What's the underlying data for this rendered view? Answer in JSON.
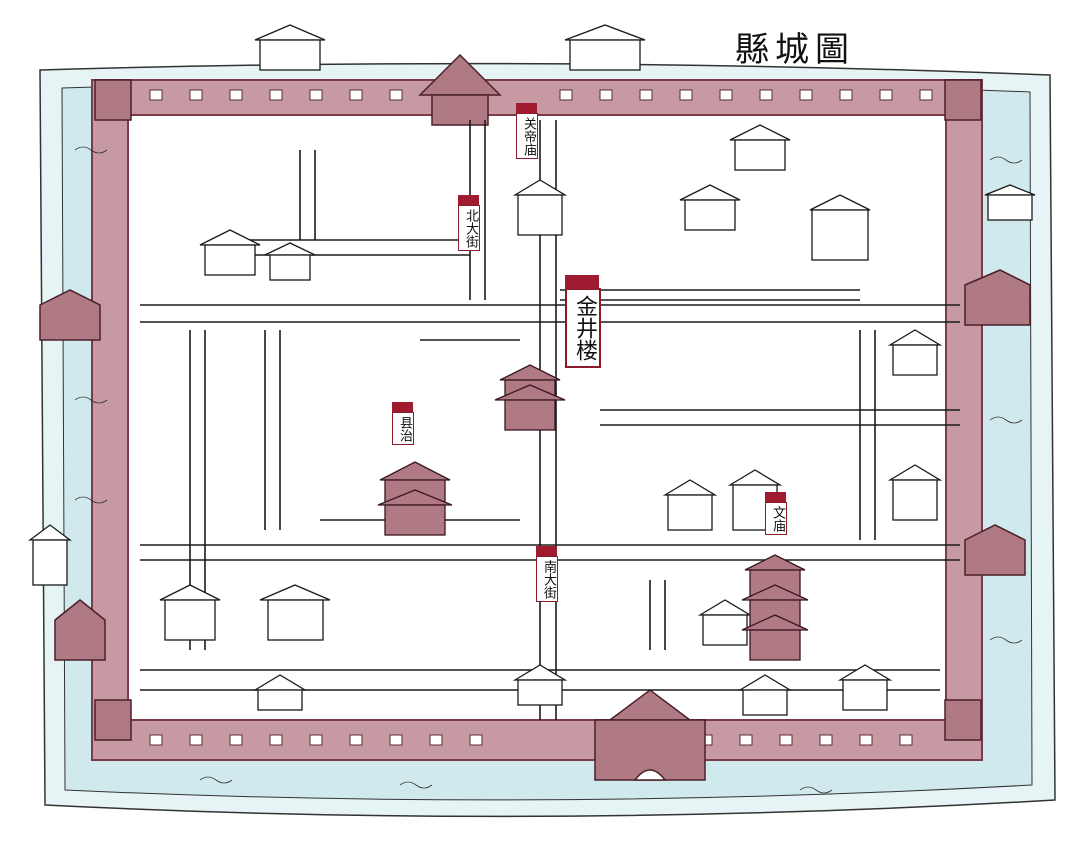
{
  "title": "縣城圖",
  "markers": [
    {
      "id": "guandimiao",
      "text": "关帝庙"
    },
    {
      "id": "beidajie",
      "text": "北大街"
    },
    {
      "id": "jinjinglou",
      "text": "金井楼"
    },
    {
      "id": "xianzhi",
      "text": "县治"
    },
    {
      "id": "wenmiao",
      "text": "文庙"
    },
    {
      "id": "nandajie",
      "text": "南大街"
    }
  ],
  "colors": {
    "wall": "#c79aa3",
    "wall_dark": "#9a5b68",
    "moat": "#cfe9ec",
    "ink": "#1a1a1a",
    "marker": "#a01a30"
  }
}
